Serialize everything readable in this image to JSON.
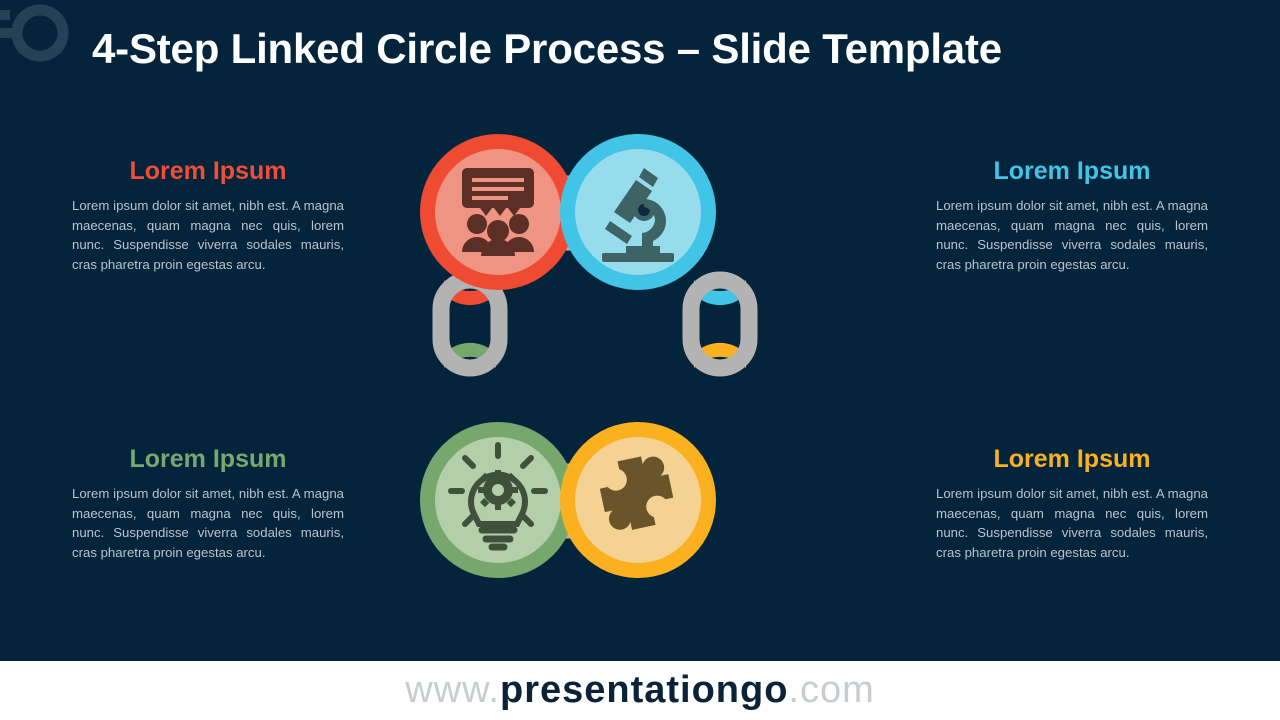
{
  "slide": {
    "title": "4-Step Linked Circle Process – Slide Template",
    "background_color": "#04243c",
    "title_color": "#ffffff",
    "watermark_icon": "presentationgo-go-logo"
  },
  "blocks": [
    {
      "id": "top-left",
      "heading": "Lorem Ipsum",
      "heading_color": "#f04e37",
      "body": "Lorem ipsum dolor sit amet, nibh est. A magna maecenas, quam magna nec quis, lorem nunc. Suspendisse viverra sodales mauris, cras pharetra proin egestas arcu."
    },
    {
      "id": "top-right",
      "heading": "Lorem Ipsum",
      "heading_color": "#41c4e6",
      "body": "Lorem ipsum dolor sit amet, nibh est. A magna maecenas, quam magna nec quis, lorem nunc. Suspendisse viverra sodales mauris, cras pharetra proin egestas arcu."
    },
    {
      "id": "bottom-left",
      "heading": "Lorem Ipsum",
      "heading_color": "#77a86f",
      "body": "Lorem ipsum dolor sit amet, nibh est. A magna maecenas, quam magna nec quis, lorem nunc. Suspendisse viverra sodales mauris, cras pharetra proin egestas arcu."
    },
    {
      "id": "bottom-right",
      "heading": "Lorem Ipsum",
      "heading_color": "#fbb01f",
      "body": "Lorem ipsum dolor sit amet, nibh est. A magna maecenas, quam magna nec quis, lorem nunc. Suspendisse viverra sodales mauris, cras pharetra proin egestas arcu."
    }
  ],
  "diagram": {
    "type": "4-step-linked-circle-process",
    "chain_link_color": "#b3b3b3",
    "nodes": [
      {
        "position": "top-left",
        "ring_color": "#ef4b33",
        "fill_color": "#ef9382",
        "icon": "meeting-presentation-icon",
        "icon_color": "#5c2f26"
      },
      {
        "position": "top-right",
        "ring_color": "#41c4e6",
        "fill_color": "#97dcec",
        "icon": "microscope-icon",
        "icon_color": "#3e6364"
      },
      {
        "position": "bottom-left",
        "ring_color": "#76a86e",
        "fill_color": "#b3cfa9",
        "icon": "lightbulb-gear-icon",
        "icon_color": "#3f513a"
      },
      {
        "position": "bottom-right",
        "ring_color": "#fbb01f",
        "fill_color": "#f3d294",
        "icon": "puzzle-piece-icon",
        "icon_color": "#6a5429"
      }
    ]
  },
  "footer": {
    "url_prefix": "www.",
    "url_brand": "presentationgo",
    "url_suffix": ".com"
  }
}
